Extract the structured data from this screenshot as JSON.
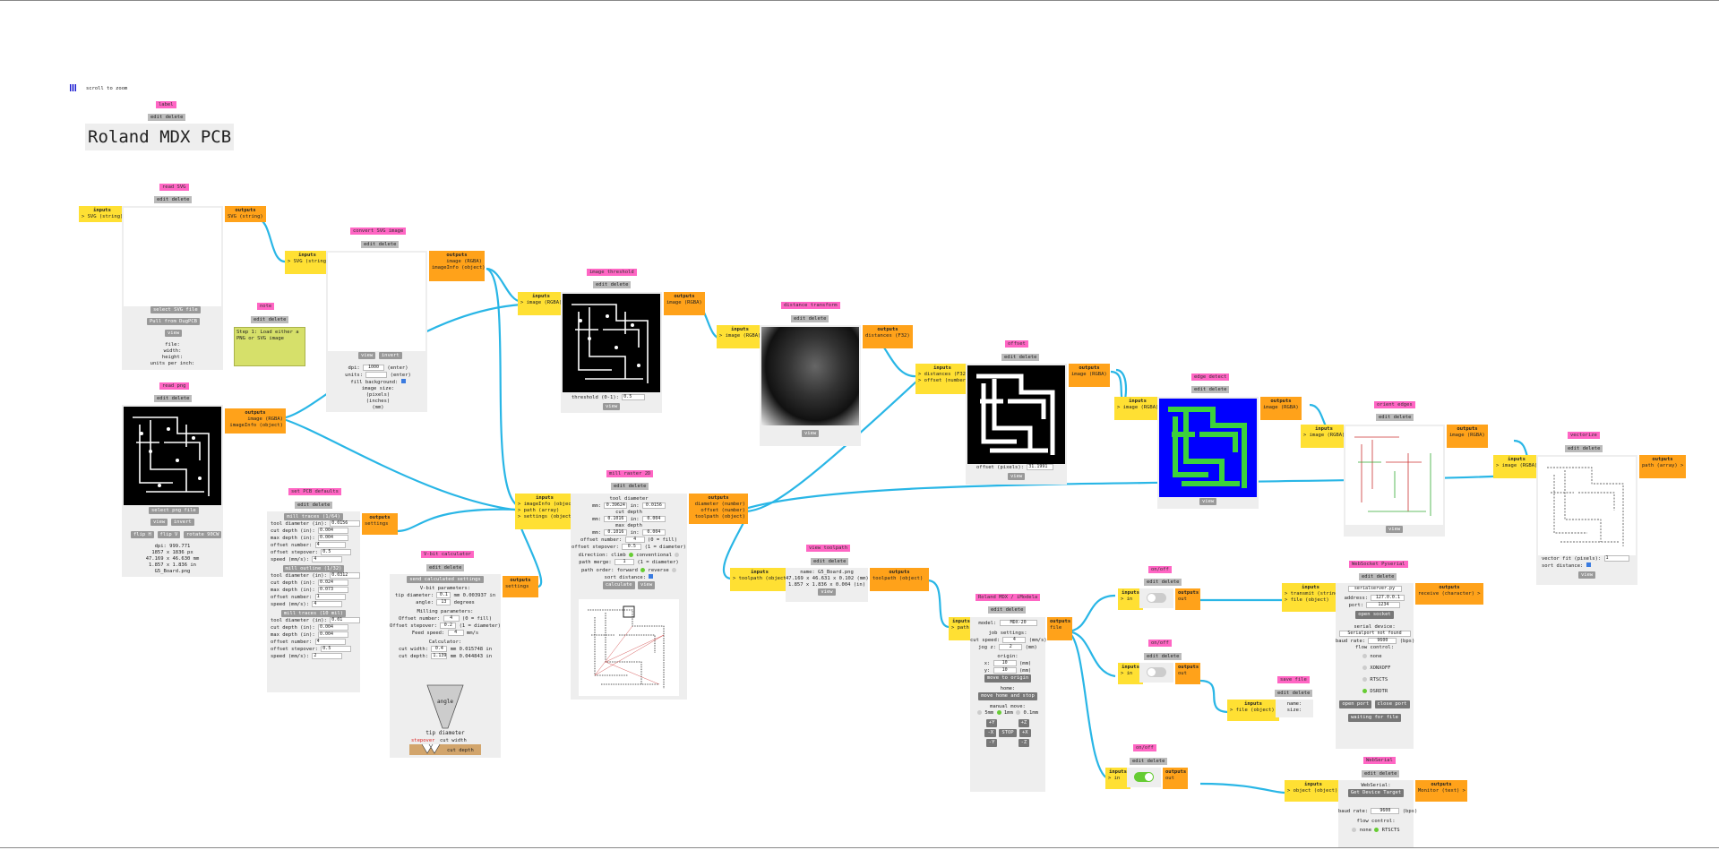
{
  "hint": "scroll to zoom",
  "common": {
    "edit": "edit",
    "delete": "delete",
    "inputs": "inputs",
    "outputs": "outputs",
    "view": "view"
  },
  "label_module": {
    "title": "label",
    "text": "Roland MDX PCB"
  },
  "read_svg": {
    "title": "read SVG",
    "in": "SVG (string)",
    "out": "SVG (string)",
    "select": "select SVG file",
    "pull": "Pull from DugPCB",
    "file": "file:",
    "width": "width:",
    "height": "height:",
    "units": "units per inch:"
  },
  "note": {
    "title": "note",
    "text1": "Step 1: Load either a",
    "text2": "PNG or SVG image"
  },
  "convert_svg": {
    "title": "convert SVG image",
    "in": "SVG (string)",
    "out1": "image (RGBA)",
    "out2": "imageInfo (object)",
    "view": "view",
    "invert": "invert",
    "dpi_label": "dpi:",
    "dpi": "1000",
    "enter": "(enter)",
    "units_label": "units:",
    "fill": "fill background:",
    "size": "image size:",
    "pixels": "(pixels)",
    "inches": "(inches)",
    "mm": "(mm)"
  },
  "read_png": {
    "title": "read png",
    "out1": "image (RGBA)",
    "out2": "imageInfo (object)",
    "select": "select png file",
    "view": "view",
    "invert": "invert",
    "flipH": "flip H",
    "flipV": "flip V",
    "rotate": "rotate 90CW",
    "dpi": "dpi: 999.771",
    "px": "1857 x 1836 px",
    "mm": "47.169 x 46.630 mm",
    "in": "1.857 x 1.836 in",
    "file": "G5_Board.png"
  },
  "threshold": {
    "title": "image threshold",
    "in": "image (RGBA)",
    "out": "image (RGBA)",
    "label": "threshold (0-1):",
    "value": "0.5",
    "view": "view"
  },
  "distance": {
    "title": "distance transform",
    "in": "image (RGBA)",
    "out": "distances (F32)",
    "view": "view"
  },
  "offset": {
    "title": "offset",
    "in1": "distances (F32)",
    "in2": "offset (number)",
    "out": "image (RGBA)",
    "label": "offset (pixels):",
    "value": "31.1991",
    "view": "view"
  },
  "edge": {
    "title": "edge detect",
    "in": "image (RGBA)",
    "out": "image (RGBA)",
    "view": "view"
  },
  "orient": {
    "title": "orient edges",
    "in": "image (RGBA)",
    "out": "image (RGBA)",
    "view": "view"
  },
  "vectorize": {
    "title": "vectorize",
    "in": "image (RGBA)",
    "out": "path (array)",
    "fit": "vector fit (pixels):",
    "fitv": "1",
    "sort": "sort distance:",
    "view": "view"
  },
  "pcb_defaults": {
    "title": "set PCB defaults",
    "out": "settings",
    "b1": "mill traces (1/64)",
    "b2": "mill outline (1/32)",
    "b3": "mill traces (10 mil)",
    "g1": [
      [
        "tool diameter (in):",
        "0.0156"
      ],
      [
        "cut depth (in):",
        "0.004"
      ],
      [
        "max depth (in):",
        "0.004"
      ],
      [
        "offset number:",
        "4"
      ],
      [
        "offset stepover:",
        "0.5"
      ],
      [
        "speed (mm/s):",
        "4"
      ]
    ],
    "g2": [
      [
        "tool diameter (in):",
        "0.0312"
      ],
      [
        "cut depth (in):",
        "0.024"
      ],
      [
        "max depth (in):",
        "0.073"
      ],
      [
        "offset number:",
        "1"
      ],
      [
        "speed (mm/s):",
        "4"
      ]
    ],
    "g3": [
      [
        "tool diameter (in):",
        "0.01"
      ],
      [
        "cut depth (in):",
        "0.004"
      ],
      [
        "max depth (in):",
        "0.004"
      ],
      [
        "offset number:",
        "4"
      ],
      [
        "offset stepover:",
        "0.5"
      ],
      [
        "speed (mm/s):",
        "2"
      ]
    ]
  },
  "vbit": {
    "title": "V-bit calculator",
    "out": "settings",
    "send": "send calculated settings",
    "h1": "V-bit parameters:",
    "tip": "tip diameter:",
    "tipv": "0.1",
    "tipu": "mm 0.003937 in",
    "angle": "angle:",
    "anglev": "13",
    "deg": "degrees",
    "h2": "Milling parameters:",
    "offn": "Offset number:",
    "offnv": "4",
    "fill": "(0 = fill)",
    "step": "Offset stepover:",
    "stepv": "0.2",
    "dia": "(1 = diameter)",
    "feed": "Feed speed:",
    "feedv": "4",
    "mms": "mm/s",
    "h3": "Calculator:",
    "cw": "cut width:",
    "cwv": "0.4",
    "cwu": "mm 0.015748 in",
    "cd": "cut depth:",
    "cdv": "1.139",
    "cdu": "mm 0.044843 in",
    "lbl_angle": "angle",
    "lbl_tip": "tip diameter",
    "lbl_step": "stepover",
    "lbl_cw": "cut width",
    "lbl_cd": "cut depth"
  },
  "mill": {
    "title": "mill raster 2D",
    "in1": "imageInfo (object)",
    "in2": "path (array)",
    "in3": "settings (object)",
    "out1": "diameter (number)",
    "out2": "offset (number)",
    "out3": "toolpath (object)",
    "td": "tool diameter",
    "mm1": "mm:",
    "mm1v": "0.39624",
    "in1l": "in:",
    "in1v": "0.0156",
    "cd": "cut depth",
    "mm2v": "0.1016",
    "in2v": "0.004",
    "md": "max depth",
    "mm3v": "0.1016",
    "in3v": "0.004",
    "on": "offset number:",
    "onv": "4",
    "onf": "(0 = fill)",
    "os": "offset stepover:",
    "osv": "0.5",
    "osd": "(1 = diameter)",
    "dir": "direction:",
    "climb": "climb",
    "conv": "conventional",
    "merge": "path merge:",
    "mergev": "1",
    "mergd": "(1 = diameter)",
    "order": "path order:",
    "fwd": "forward",
    "rev": "reverse",
    "sort": "sort distance:",
    "calc": "calculate",
    "view": "view"
  },
  "view_toolpath": {
    "title": "view toolpath",
    "in": "toolpath (object)",
    "out": "toolpath (object)",
    "name": "name: G5_Board.png",
    "l1": "47.169 x 46.631 x 0.102 (mm)",
    "l2": "1.857 x 1.836 x 0.004 (in)",
    "view": "view"
  },
  "roland": {
    "title": "Roland MDX / iModela",
    "in": "path",
    "out": "file",
    "model": "model:",
    "modelv": "MDX-20",
    "job": "job settings:",
    "cs": "cut speed:",
    "csv": "4",
    "csu": "(mm/s)",
    "jz": "jog z:",
    "jzv": "2",
    "jzu": "(mm)",
    "origin": "origin:",
    "x": "x:",
    "xv": "10",
    "y": "y:",
    "yv": "10",
    "u": "(mm)",
    "move": "move to origin",
    "home": "home:",
    "hs": "move home and stop",
    "manual": "manual move:",
    "r1": "5mm",
    "r2": "1mm",
    "r3": "0.1mm",
    "j1": [
      "+Y",
      "+Z"
    ],
    "j2": [
      "-X",
      "STOP",
      "+X"
    ],
    "j3": [
      "-Y",
      "-Z"
    ]
  },
  "onoff1": {
    "title": "on/off",
    "in": "in",
    "out": "out",
    "on": false
  },
  "onoff2": {
    "title": "on/off",
    "in": "in",
    "out": "out",
    "on": false
  },
  "onoff3": {
    "title": "on/off",
    "in": "in",
    "out": "out",
    "on": true
  },
  "websocket": {
    "title": "WebSocket Pyserial",
    "in1": "transmit (string)",
    "in2": "file (object)",
    "out": "receive (character)",
    "server": "serialserver.py",
    "addr": "address:",
    "addrv": "127.0.0.1",
    "port": "port:",
    "portv": "1234",
    "open": "open socket",
    "dev": "serial device:",
    "devv": "Serialport not found",
    "baud": "baud rate:",
    "baudv": "9600",
    "bps": "(bps)",
    "flow": "flow control:",
    "f1": "none",
    "f2": "XONXOFF",
    "f3": "RTSCTS",
    "f4": "DSRDTR",
    "op": "open port",
    "cp": "close port",
    "wait": "waiting for file"
  },
  "save": {
    "title": "save file",
    "in": "file (object)",
    "name": "name:",
    "size": "size:"
  },
  "webserial": {
    "title": "WebSerial",
    "in": "object (object)",
    "out": "Monitor (text)",
    "lbl": "WebSerial:",
    "get": "Get Device Target",
    "baud": "baud rate:",
    "baudv": "9600",
    "bps": "(bps)",
    "flow": "flow control:",
    "f1": "none",
    "f2": "RTSCTS"
  }
}
